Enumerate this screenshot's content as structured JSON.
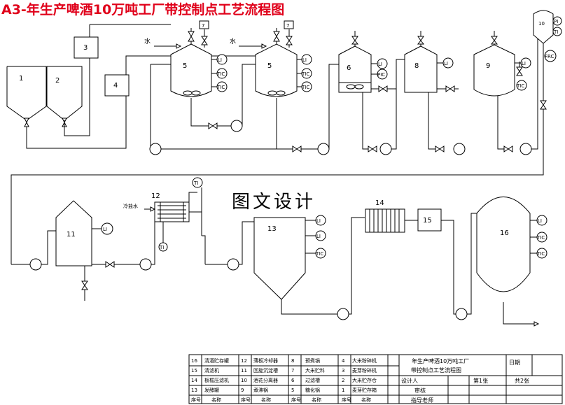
{
  "title": "A3-年生产啤酒10万吨工厂带控制点工艺流程图",
  "watermark": "图文设计",
  "stream_labels": {
    "water_1": "水",
    "water_2": "水",
    "cooling_brine": "冷盐水"
  },
  "equipment": {
    "e1": "1",
    "e2": "2",
    "e3": "3",
    "e4": "4",
    "e5a": "5",
    "e5b": "5",
    "e6": "6",
    "e8": "8",
    "e9": "9",
    "e10": "10",
    "e11": "11",
    "e12": "12",
    "e13": "13",
    "e14": "14",
    "e15": "15",
    "e16": "16",
    "h7a": "7",
    "h7b": "7"
  },
  "instruments": {
    "LI": "LI",
    "TIC": "TIC",
    "PIC": "PIC",
    "TI": "TI",
    "PI": "PI",
    "FRC": "FRC"
  },
  "title_block": {
    "rows": [
      {
        "no1": "16",
        "name1": "清酒贮存罐",
        "no2": "12",
        "name2": "薄板冷却器",
        "no3": "8",
        "name3": "预煮锅",
        "no4": "4",
        "name4": "大米粉碎机"
      },
      {
        "no1": "15",
        "name1": "清滤机",
        "no2": "11",
        "name2": "回旋沉淀槽",
        "no3": "7",
        "name3": "大米贮料",
        "no4": "3",
        "name4": "麦芽粉碎机"
      },
      {
        "no1": "14",
        "name1": "板框压滤机",
        "no2": "10",
        "name2": "酒花分离器",
        "no3": "6",
        "name3": "过滤槽",
        "no4": "2",
        "name4": "大米贮存仓"
      },
      {
        "no1": "13",
        "name1": "发酵罐",
        "no2": "9",
        "name2": "煮沸锅",
        "no3": "5",
        "name3": "糖化锅",
        "no4": "1",
        "name4": "麦芽贮存箱"
      }
    ],
    "header_no": "序号",
    "header_name": "名称",
    "drawing_title_1": "年生产啤酒10万吨工厂",
    "drawing_title_2": "带控制点工艺流程图",
    "date_label": "日期",
    "designer_label": "设计人",
    "reviewer_label": "审核",
    "advisor_label": "指导老师",
    "sheet_label": "第1张",
    "total_label": "共2张"
  }
}
